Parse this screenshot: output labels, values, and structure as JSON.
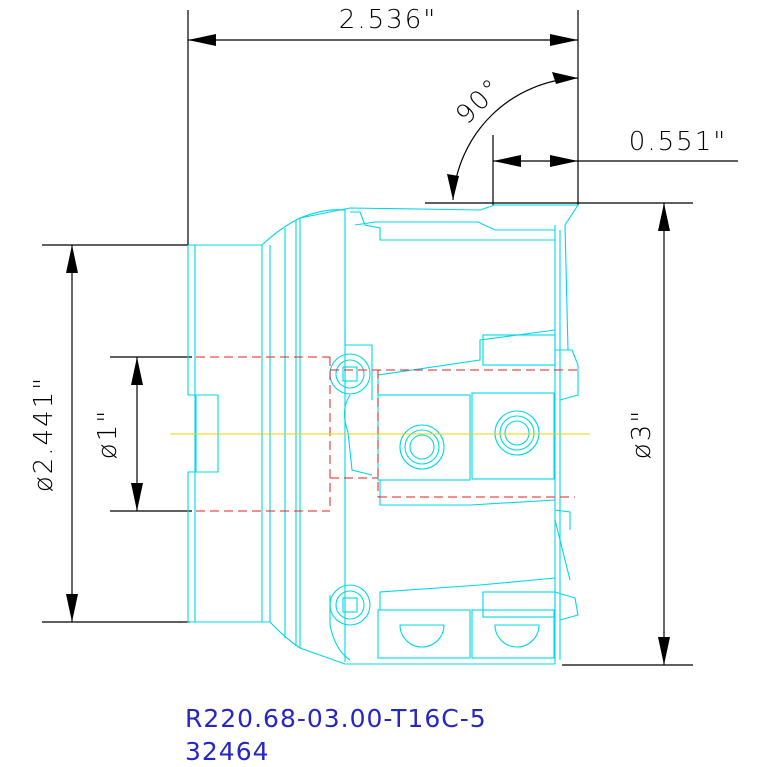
{
  "dimensions": {
    "overall_length": "2.536\"",
    "angle": "90°",
    "step_length": "0.551\"",
    "shank_diameter": "ø2.441\"",
    "bore_diameter": "ø1\"",
    "cutter_diameter": "ø3\""
  },
  "label": {
    "part_number": "R220.68-03.00-T16C-5",
    "code": "32464"
  },
  "colors": {
    "dimension": "#000000",
    "part_outline": "#00d8e8",
    "hidden_line": "#e02020",
    "center_line": "#e8d400",
    "label_text": "#2626c8"
  }
}
